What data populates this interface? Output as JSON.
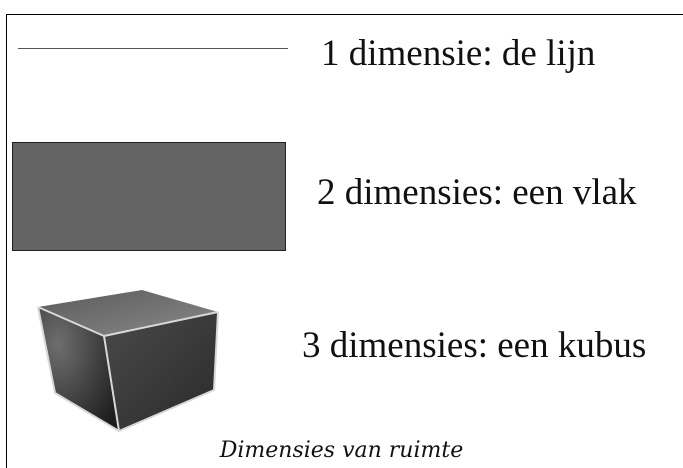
{
  "rows": [
    {
      "shape": "line",
      "label": "1 dimensie: de lijn"
    },
    {
      "shape": "rectangle",
      "label": "2 dimensies: een vlak"
    },
    {
      "shape": "cube",
      "label": "3 dimensies: een kubus"
    }
  ],
  "caption": "Dimensies van ruimte",
  "colors": {
    "line": "#555555",
    "rectangle_fill": "#646464",
    "cube_dark": "#2a2a2a",
    "cube_light": "#7a7a7a",
    "edge_highlight": "#d8d8d8"
  }
}
